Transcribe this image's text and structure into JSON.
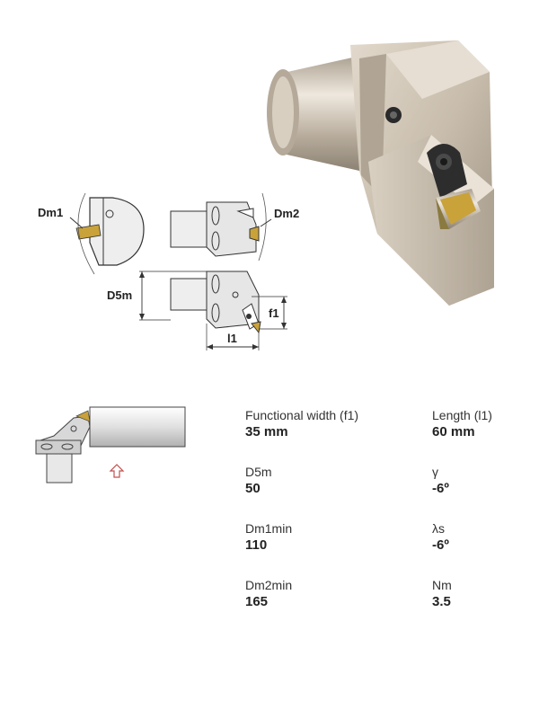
{
  "diagram": {
    "labels": {
      "dm1": "Dm1",
      "dm2": "Dm2",
      "d5m": "D5m",
      "f1": "f1",
      "l1": "l1"
    }
  },
  "specs": [
    {
      "label": "Functional width (f1)",
      "value": "35 mm"
    },
    {
      "label": "Length (l1)",
      "value": "60 mm"
    },
    {
      "label": "D5m",
      "value": "50"
    },
    {
      "label": "γ",
      "value": "-6º"
    },
    {
      "label": "Dm1min",
      "value": "110"
    },
    {
      "label": "λs",
      "value": "-6º"
    },
    {
      "label": "Dm2min",
      "value": "165"
    },
    {
      "label": "Nm",
      "value": "3.5"
    }
  ],
  "colors": {
    "metal": "#cdc3b4",
    "insert_gold": "#c9a23a",
    "arrow_red": "#c0504d"
  }
}
